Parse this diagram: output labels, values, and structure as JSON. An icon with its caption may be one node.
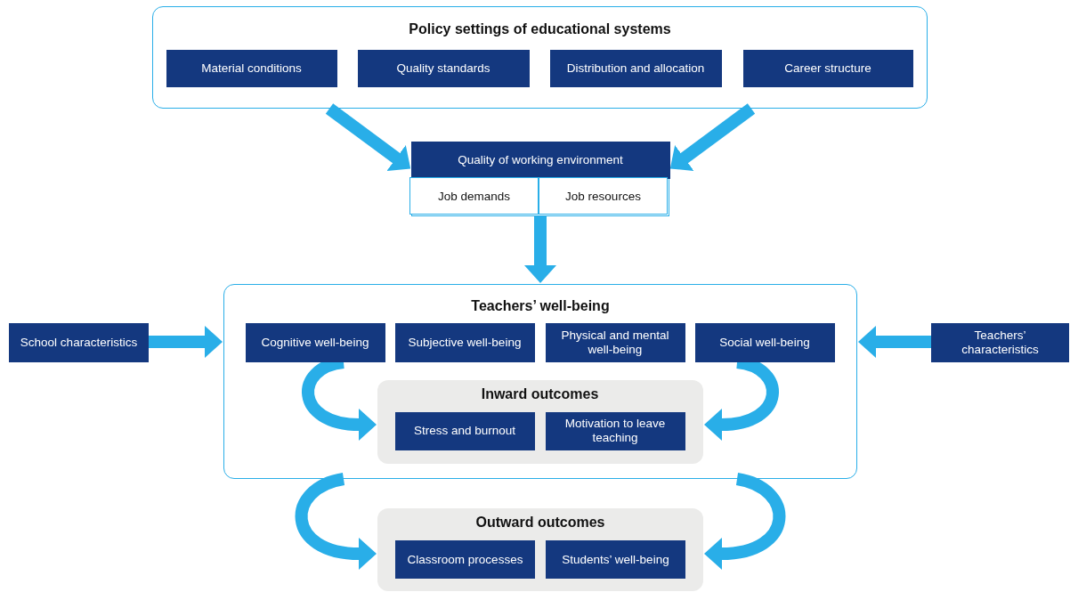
{
  "diagram": {
    "nodes": [
      {
        "text": [
          "Policy settings of educational systems"
        ]
      },
      {
        "text": [
          "Material conditions"
        ],
        "in": 0
      },
      {
        "text": [
          "Quality standards"
        ],
        "in": 0
      },
      {
        "text": [
          "Distribution and allocation"
        ],
        "in": 0
      },
      {
        "text": [
          "Career structure"
        ],
        "in": 0
      },
      {
        "text": [
          "Quality of working environment"
        ]
      },
      {
        "text": [
          "Job demands"
        ],
        "in": 5
      },
      {
        "text": [
          "Job resources"
        ],
        "in": 5
      },
      {
        "text": [
          "Teachers’ well-being"
        ]
      },
      {
        "text": [
          "Cognitive well-being"
        ],
        "in": 8
      },
      {
        "text": [
          "Subjective well-being"
        ],
        "in": 8
      },
      {
        "text": [
          "Physical and mental well-being"
        ],
        "in": 8
      },
      {
        "text": [
          "Social well-being"
        ],
        "in": 8
      },
      {
        "text": [
          "Inward outcomes"
        ],
        "in": 8
      },
      {
        "text": [
          "Stress and burnout"
        ],
        "in": 13
      },
      {
        "text": [
          "Motivation to leave teaching"
        ],
        "in": 13
      },
      {
        "text": [
          "School characteristics"
        ]
      },
      {
        "text": [
          "Teachers’ characteristics"
        ]
      },
      {
        "text": [
          "Outward outcomes"
        ]
      },
      {
        "text": [
          "Classroom processes"
        ],
        "in": 18
      },
      {
        "text": [
          "Students’ well-being"
        ],
        "in": 18
      }
    ],
    "edges": [
      {
        "from": 0,
        "to": 5,
        "arrow": "to"
      },
      {
        "from": 0,
        "to": 5,
        "arrow": "to"
      },
      {
        "from": 5,
        "to": 8,
        "arrow": "to"
      },
      {
        "from": 16,
        "to": 8,
        "arrow": "to"
      },
      {
        "from": 17,
        "to": 8,
        "arrow": "to"
      },
      {
        "from": 9,
        "to": 13,
        "arrow": "to"
      },
      {
        "from": 12,
        "to": 13,
        "arrow": "to"
      },
      {
        "from": 8,
        "to": 18,
        "arrow": "to"
      },
      {
        "from": 8,
        "to": 18,
        "arrow": "to"
      }
    ]
  }
}
